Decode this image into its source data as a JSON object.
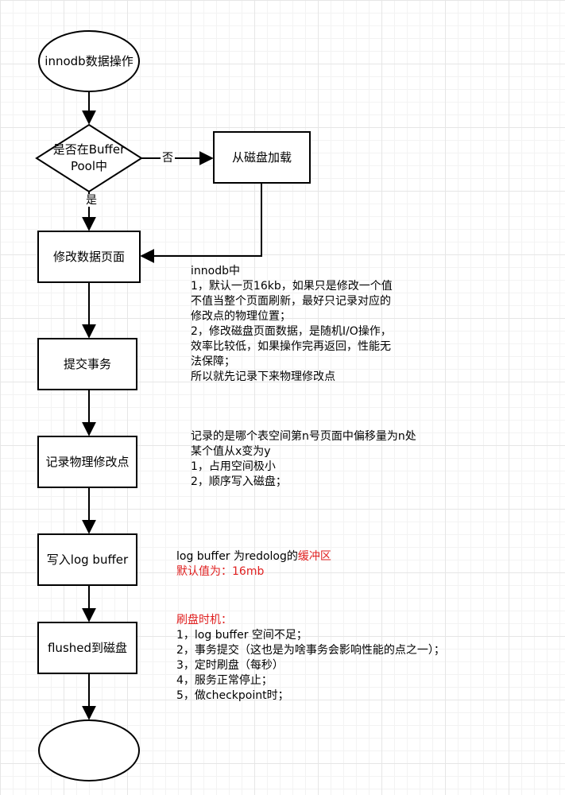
{
  "nodes": {
    "start": "innodb数据操作",
    "decision": "是否在Buffer Pool中",
    "load": "从磁盘加载",
    "modify": "修改数据页面",
    "commit": "提交事务",
    "record": "记录物理修改点",
    "write": "写入log buffer",
    "flush": "flushed到磁盘",
    "end": ""
  },
  "edges": {
    "no": "否",
    "yes": "是"
  },
  "notes": {
    "innodb": {
      "title": "innodb中",
      "lines": [
        "1，默认一页16kb，如果只是修改一个值",
        "不值当整个页面刷新，最好只记录对应的",
        "修改点的物理位置；",
        "2，修改磁盘页面数据，是随机I/O操作，",
        "效率比较低，如果操作完再返回，性能无",
        "法保障；",
        "所以就先记录下来物理修改点"
      ]
    },
    "record": {
      "lines": [
        "记录的是哪个表空间第n号页面中偏移量为n处",
        "某个值从x变为y",
        "1，占用空间极小",
        "2，顺序写入磁盘；"
      ]
    },
    "logbuffer": {
      "line1_prefix": "log buffer 为redolog的",
      "line1_highlight": "缓冲区",
      "line2": "默认值为：16mb"
    },
    "flush": {
      "title": "刷盘时机：",
      "lines": [
        "1，log buffer 空间不足；",
        "2，事务提交（这也是为啥事务会影响性能的点之一）；",
        "3，定时刷盘（每秒）",
        "4，服务正常停止；",
        "5，做checkpoint时；"
      ]
    }
  },
  "colors": {
    "stroke": "#000000",
    "highlight": "#e02020",
    "grid": "#e6e6e6"
  }
}
